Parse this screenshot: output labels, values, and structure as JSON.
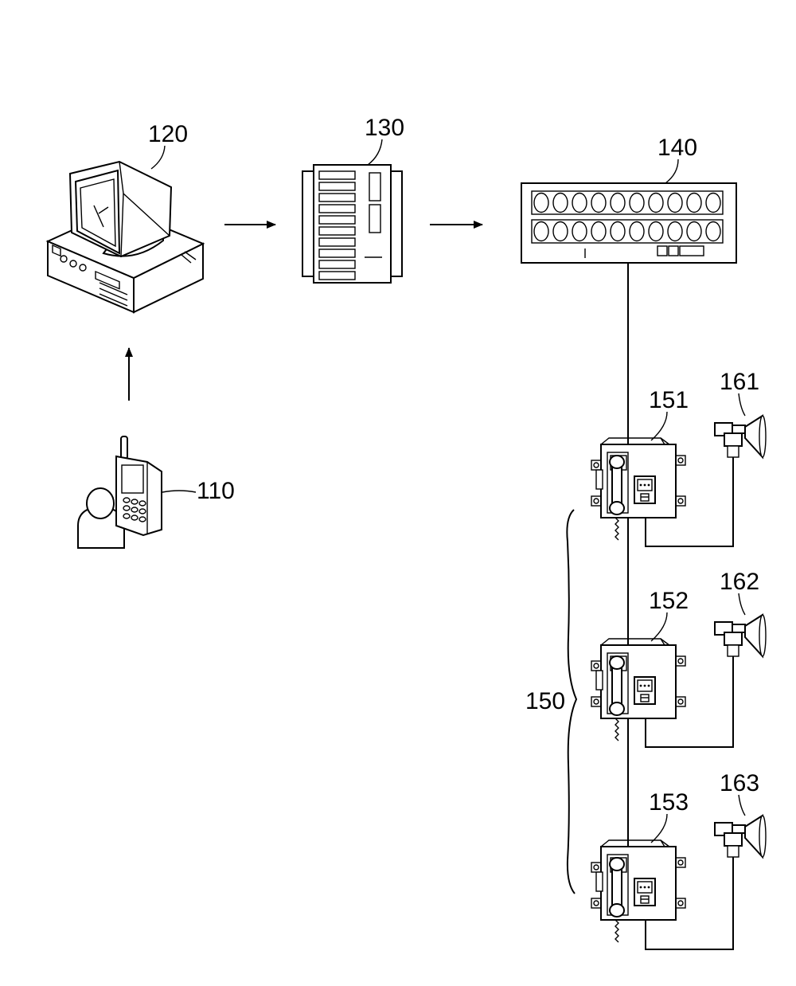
{
  "labels": {
    "user_terminal": "110",
    "computer": "120",
    "server": "130",
    "switchboard": "140",
    "terminal_group": "150",
    "terminal_1": "151",
    "terminal_2": "152",
    "terminal_3": "153",
    "speaker_1": "161",
    "speaker_2": "162",
    "speaker_3": "163"
  }
}
